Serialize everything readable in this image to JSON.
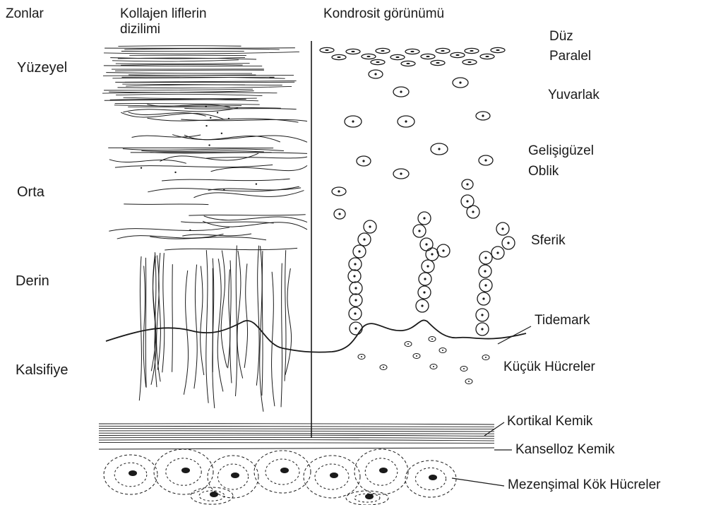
{
  "headers": {
    "zones": "Zonlar",
    "collagen_line1": "Kollajen liflerin",
    "collagen_line2": "dizilimi",
    "chondrocyte": "Kondrosit görünümü"
  },
  "zones": {
    "superficial": "Yüzeyel",
    "middle": "Orta",
    "deep": "Derin",
    "calcified": "Kalsifiye"
  },
  "cell_shapes": {
    "flat": "Düz",
    "parallel": "Paralel",
    "round": "Yuvarlak",
    "random": "Gelişigüzel",
    "oblique": "Oblik",
    "spheric": "Sferik"
  },
  "structures": {
    "tidemark": "Tidemark",
    "small_cells": "Küçük Hücreler",
    "cortical_bone": "Kortikal Kemik",
    "cancellous_bone": "Kanselloz Kemik",
    "mesenchymal_cells": "Mezenşimal Kök Hücreler"
  },
  "colors": {
    "ink": "#1a1a1a",
    "background": "#ffffff"
  }
}
